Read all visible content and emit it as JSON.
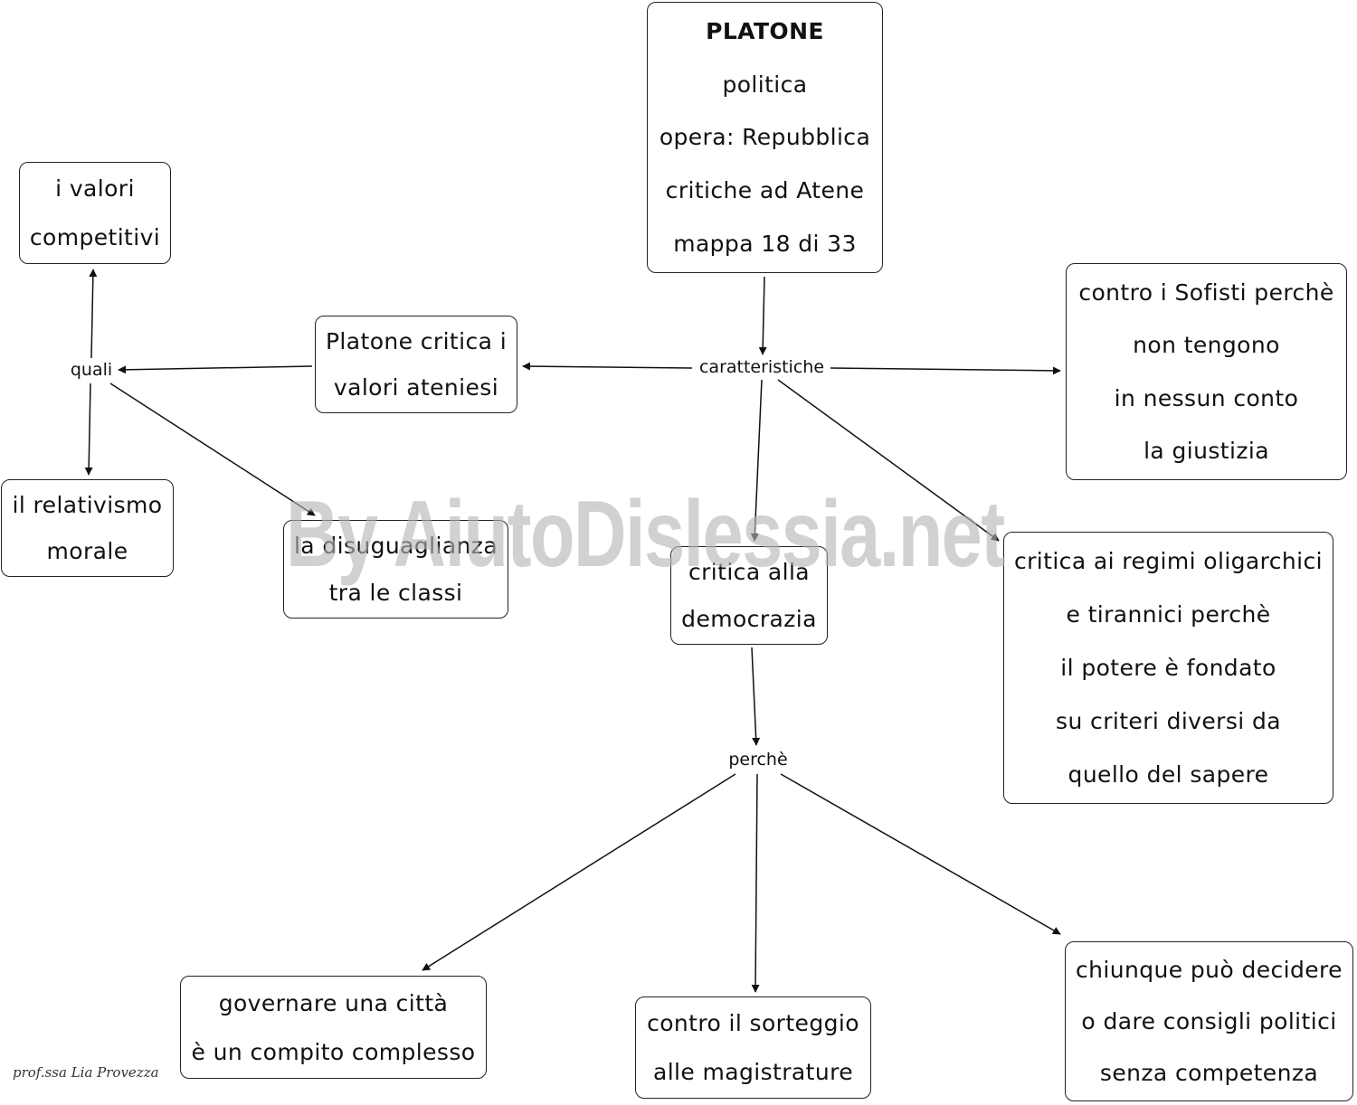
{
  "nodes": {
    "platone": {
      "title": "PLATONE",
      "lines": [
        "politica",
        "opera: Repubblica",
        "critiche ad Atene",
        "mappa 18 di 33"
      ]
    },
    "valori_ateniesi": {
      "lines": [
        "Platone critica i",
        "valori ateniesi"
      ]
    },
    "valori_competitivi": {
      "lines": [
        "i valori",
        "competitivi"
      ]
    },
    "relativismo": {
      "lines": [
        "il relativismo",
        "morale"
      ]
    },
    "disuguaglianza": {
      "lines": [
        "la disuguaglianza",
        "tra le classi"
      ]
    },
    "sofisti": {
      "lines": [
        "contro i Sofisti perchè",
        "non tengono",
        "in nessun conto",
        "la giustizia"
      ]
    },
    "democrazia": {
      "lines": [
        "critica alla",
        "democrazia"
      ]
    },
    "regimi": {
      "lines": [
        "critica ai regimi oligarchici",
        "e tirannici perchè",
        "il potere è fondato",
        "su criteri diversi da",
        "quello del sapere"
      ]
    },
    "governare": {
      "lines": [
        "governare una città",
        "è un compito complesso"
      ]
    },
    "sorteggio": {
      "lines": [
        "contro il sorteggio",
        "alle magistrature"
      ]
    },
    "chiunque": {
      "lines": [
        "chiunque può decidere",
        "o dare consigli politici",
        "senza competenza"
      ]
    }
  },
  "link_labels": {
    "caratteristiche": "caratteristiche",
    "quali": "quali",
    "perche": "perchè"
  },
  "watermark": "By AiutoDislessia.net",
  "signature": "prof.ssa Lia Provezza",
  "colors": {
    "line": "#111111",
    "border": "#222222",
    "watermark": "#b5b5b5"
  }
}
